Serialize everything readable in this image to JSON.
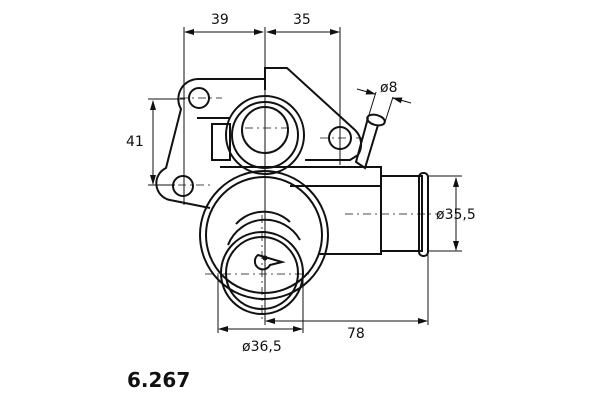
{
  "part_number": "6.267",
  "dimensions": {
    "width_left": "39",
    "width_right": "35",
    "height_lugs": "41",
    "bypass_diameter": "ø8",
    "outlet_diameter": "ø35,5",
    "inlet_diameter": "ø36,5",
    "length_outlet": "78"
  }
}
